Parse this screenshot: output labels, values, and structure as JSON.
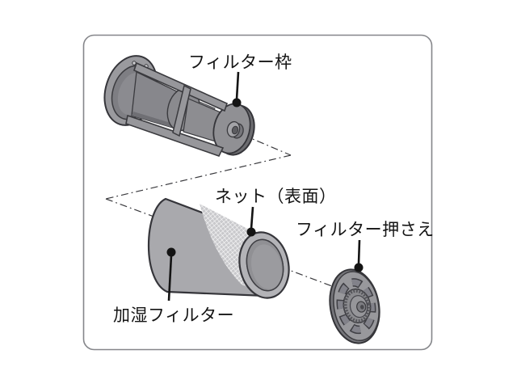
{
  "figure": {
    "type": "exploded-parts-diagram",
    "background": "#ffffff",
    "border_color": "#85868a",
    "line_color": "#1a1a1a",
    "part_fill_gray": "#9a9a9e",
    "mesh_fill": "#c9c9cc",
    "parts": [
      {
        "id": "filter-frame",
        "label": "フィルター枠"
      },
      {
        "id": "net-surface",
        "label": "ネット（表面）"
      },
      {
        "id": "filter-retainer",
        "label": "フィルター押さえ"
      },
      {
        "id": "humidifier-filter",
        "label": "加湿フィルター"
      }
    ]
  }
}
